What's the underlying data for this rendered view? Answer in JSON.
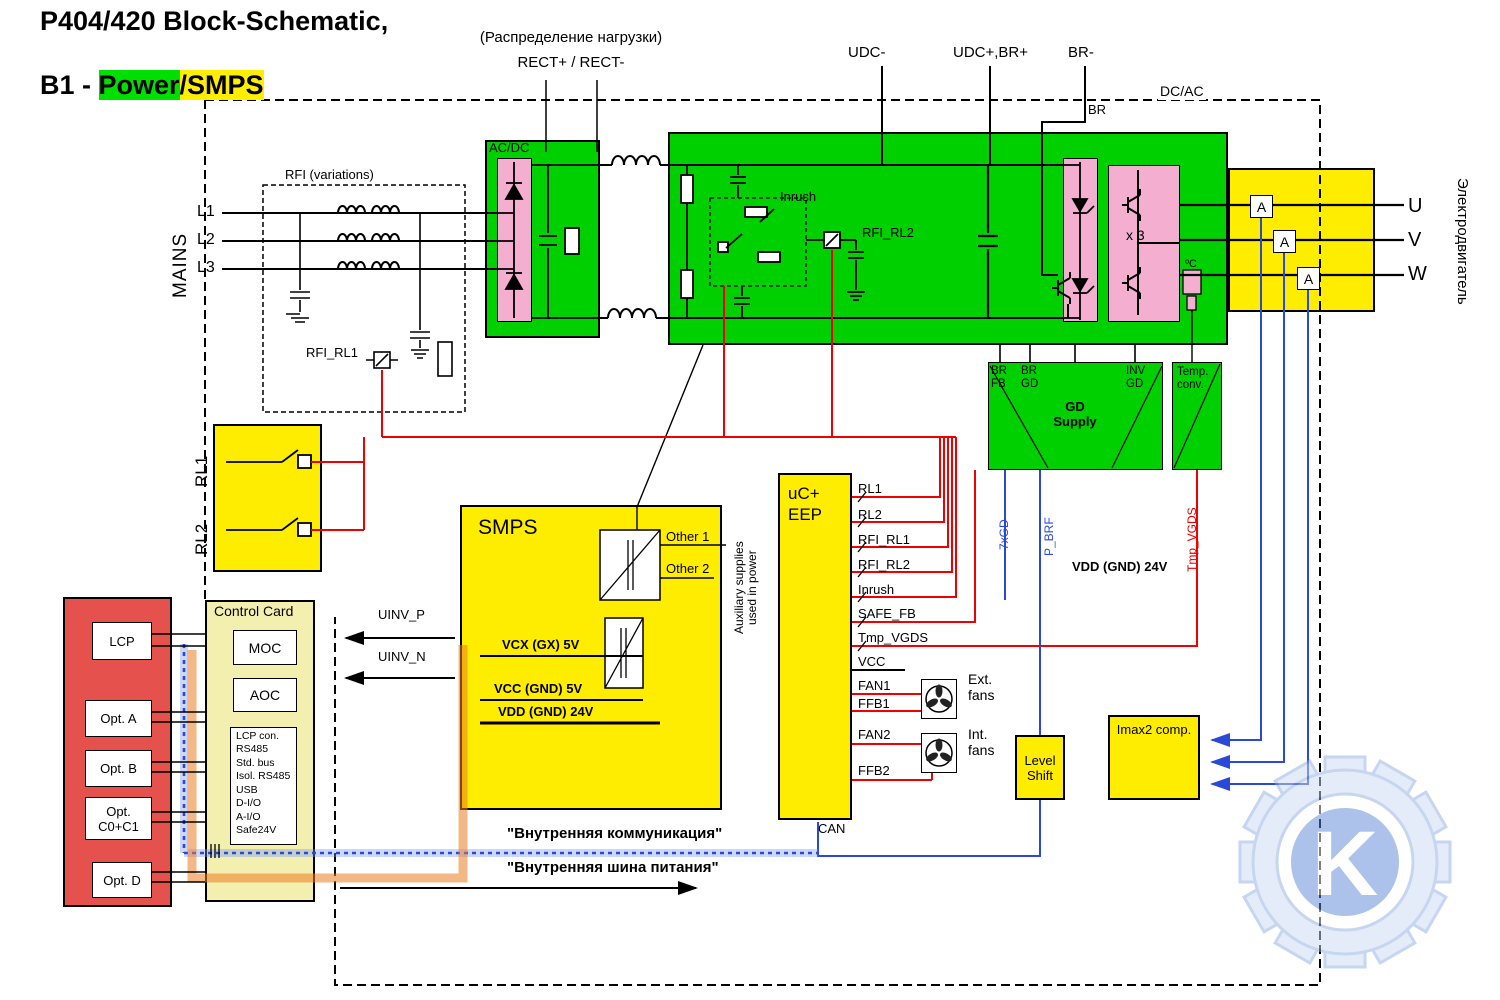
{
  "title": {
    "line1": "P404/420 Block-Schematic,",
    "prefix": "B1 - ",
    "power": "Power",
    "smps": "/SMPS"
  },
  "top": {
    "load": "(Распределение нагрузки)",
    "rect": "RECT+ / RECT-",
    "udc_minus": "UDC-",
    "udc_plus": "UDC+,BR+",
    "br_minus": "BR-",
    "br": "BR",
    "dcac": "DC/AC"
  },
  "mains": {
    "label": "MAINS",
    "l1": "L1",
    "l2": "L2",
    "l3": "L3"
  },
  "rfi": {
    "variations": "RFI (variations)",
    "rl1": "RFI_RL1"
  },
  "acdc_label": "AC/DC",
  "power_stage": {
    "inrush": "Inrush",
    "rfi_rl2": "RFI_RL2",
    "x3": "x 3",
    "temp": "ºC"
  },
  "motor": {
    "u": "U",
    "v": "V",
    "w": "W",
    "name": "Электродвигатель",
    "amp": "A"
  },
  "gd": {
    "br_fb": "BR\nFB",
    "br_gd": "BR\nGD",
    "supply": "GD\nSupply",
    "inv_gd": "INV\nGD",
    "temp_conv": "Temp.\nconv."
  },
  "relays": {
    "rl1": "RL1",
    "rl2": "RL2"
  },
  "smps": {
    "label": "SMPS",
    "other1": "Other 1",
    "other2": "Other 2",
    "vcx": "VCX (GX) 5V",
    "vcc": "VCC (GND) 5V",
    "vdd": "VDD (GND) 24V",
    "aux": "Auxiliary supplies\nused in power"
  },
  "uc": {
    "label": "uC+\nEEP",
    "signals": [
      "RL1",
      "RL2",
      "RFI_RL1",
      "RFI_RL2",
      "Inrush",
      "SAFE_FB",
      "Tmp_VGDS",
      "VCC",
      "FAN1",
      "FFB1",
      "FAN2",
      "FFB2"
    ],
    "can": "CAN"
  },
  "fans": {
    "ext": "Ext.\nfans",
    "int": "Int.\nfans"
  },
  "blocks": {
    "level_shift": "Level\nShift",
    "imax2": "Imax2 comp."
  },
  "bus": {
    "gd7x": "7xGD",
    "p_brf": "P_BRF",
    "tmp_vgds": "Tmp_VGDS",
    "vdd24": "VDD (GND) 24V"
  },
  "uinv": {
    "p": "UINV_P",
    "n": "UINV_N"
  },
  "control_card": {
    "label": "Control Card",
    "moc": "MOC",
    "aoc": "AOC",
    "io": "LCP con.\nRS485\nStd. bus\nIsol. RS485\nUSB\nD-I/O\nA-I/O\nSafe24V"
  },
  "options": {
    "lcp": "LCP",
    "a": "Opt. A",
    "b": "Opt. B",
    "c": "Opt.\nC0+C1",
    "d": "Opt. D"
  },
  "bottom": {
    "comm": "\"Внутренняя коммуникация\"",
    "power": "\"Внутренняя шина питания\""
  },
  "watermark": "K",
  "colors": {
    "green": "#00cf00",
    "yellow": "#ffed00",
    "pink": "#f3aed0",
    "panel_red": "#e5514d",
    "card_yellow": "#f3efae",
    "wire_red": "#f00000",
    "wire_blue": "#2b49d8",
    "highlight_green": "#00e000",
    "highlight_yellow": "#ffee00"
  }
}
